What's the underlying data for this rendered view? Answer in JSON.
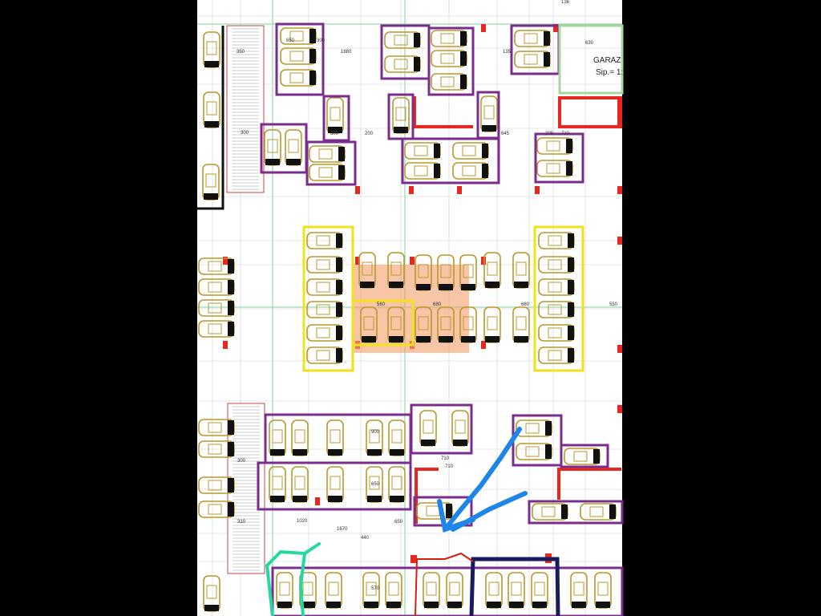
{
  "room_label": {
    "title": "GARAZ",
    "area": "Sip.= 1:"
  },
  "dimensions": [
    "350",
    "300",
    "1880",
    "650",
    "135",
    "630",
    "710",
    "645",
    "200",
    "205",
    "300",
    "300",
    "710",
    "1020",
    "680",
    "680",
    "550",
    "560",
    "1670",
    "310",
    "440",
    "900",
    "650",
    "300",
    "710",
    "650",
    "570",
    "136"
  ],
  "colors": {
    "unit_box": "#7b2d8e",
    "highlight_box": "#f2e21a",
    "wall": "#e8281e",
    "grid_green": "#7fd0a0",
    "overlay_orange": "#f3a06a",
    "annotation_blue": "#1e86e6",
    "annotation_navy": "#1a1a5e",
    "annotation_green": "#25d8a0",
    "car_body": "#b89a2c"
  }
}
